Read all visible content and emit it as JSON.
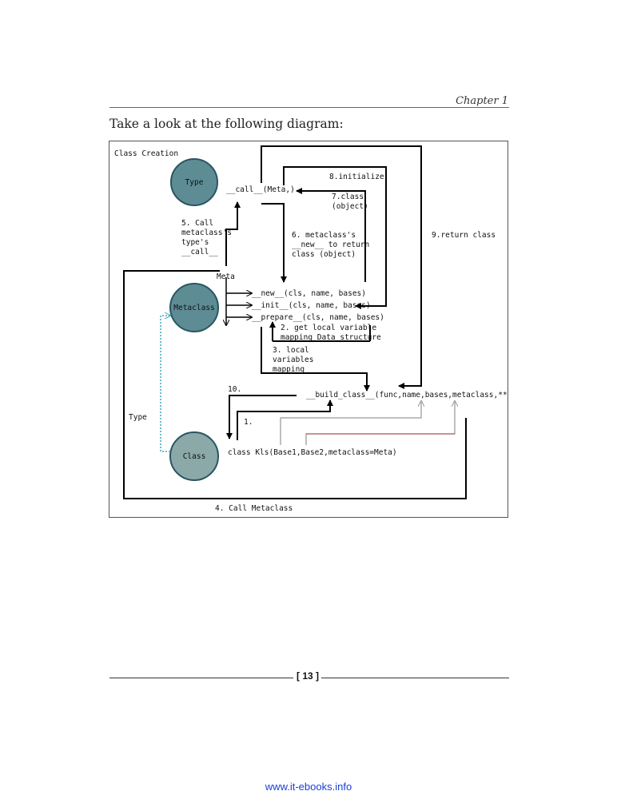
{
  "header": {
    "chapter": "Chapter 1"
  },
  "intro": "Take a look at the following diagram:",
  "diagram": {
    "title": "Class Creation",
    "nodes": {
      "type": "Type",
      "metaclass": "Metaclass",
      "class": "Class"
    },
    "labels": {
      "call_meta": "__call__(Meta,)",
      "initialize": "8.initialize",
      "class_obj_1": "7.class",
      "class_obj_2": "(object)",
      "call5_1": "5. Call",
      "call5_2": "metaclass's",
      "call5_3": "type's",
      "call5_4": "__call__",
      "step6_1": "6. metaclass's",
      "step6_2": "__new__ to return",
      "step6_3": "class (object)",
      "return_class": "9.return class",
      "meta": "Meta",
      "new": "__new__(cls, name, bases)",
      "init": "__init__(cls, name, bases)",
      "prepare": "__prepare__(cls, name, bases)",
      "step2_1": "2. get local variable",
      "step2_2": "mapping Data structure",
      "step3_1": "3. local",
      "step3_2": "variables",
      "step3_3": "mapping",
      "step10": "10.",
      "build_class": "__build_class__(func,name,bases,metaclass,**kwds)",
      "type_side": "Type",
      "step1": "1.",
      "class_stmt": "class Kls(Base1,Base2,metaclass=Meta)",
      "step4": "4. Call Metaclass"
    },
    "colors": {
      "circle_fill": "#5e8c95",
      "circle_stroke": "#2a5560",
      "class_circle_fill": "#8aa9a8",
      "dotted_link": "#3aa7b8",
      "gray_line": "#aaaaaa",
      "red_line": "#c0504d"
    }
  },
  "footer": {
    "page_number": "[ 13 ]",
    "source": "www.it-ebooks.info"
  }
}
